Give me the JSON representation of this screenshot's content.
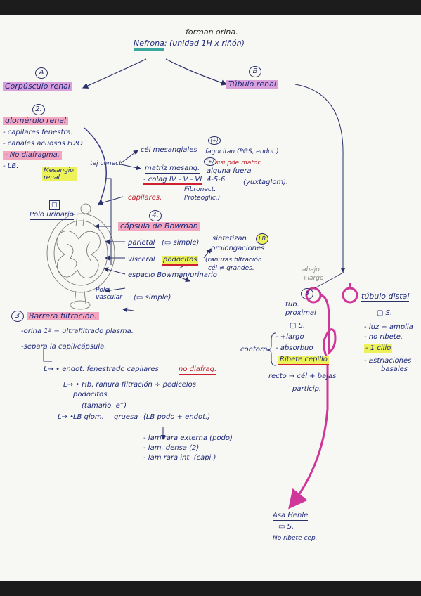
{
  "colors": {
    "paper": "#f7f7f4",
    "ink": "#2a3068",
    "highlight_purple": "#d9a0dc",
    "highlight_pink": "#f3a6bf",
    "highlight_yellow": "#eef25a",
    "highlight_teal": "#8ccfc8",
    "arrow_magenta": "#d0359a",
    "arrow_indigo": "#3a3a8a"
  },
  "icons": [
    "cube-sketch-icon",
    "flat-cell-sketch-icon",
    "circle-marker-icon",
    "glomerulus-sketch"
  ],
  "header": {
    "line1": "forman orina.",
    "nefrona": "Nefrona",
    "rest": ": (unidad 1H x riñón)"
  },
  "branches": {
    "a_marker": "A",
    "b_marker": "B",
    "corpusculo": "Corpúsculo renal",
    "tubulo": "Túbulo renal"
  },
  "glomerulo": {
    "marker": "2.",
    "title": "glomérulo renal",
    "items": [
      "- capilares fenestra.",
      "- canales acuosos H2O",
      "- No diafragma.",
      "- LB."
    ],
    "mesangio": "Mesangio renal",
    "tej_conect": "tej conect.",
    "mesangiales_badge": "(+)",
    "mesangiales": "cél mesangiales",
    "fagocitan": "fagocitan (PGS, endot.)",
    "sisi_badge": "(+)",
    "sisi_text": "sisi pde mator",
    "matriz": "matriz mesang.",
    "alguna": "alguna fuera",
    "colag": "- colag IV - V - VI",
    "nums": "4-5-6.",
    "yuxtaglom": "(yuxtaglom).",
    "fibronect": "Fibronect.",
    "proteoglic": "Proteoglic.)",
    "capilares": "capilares."
  },
  "sketch_labels": {
    "polo_urinario": "Polo urinario",
    "polo_vascular": "Polo vascular",
    "simple": "(▭ simple)",
    "cubo_label": "▢"
  },
  "capsula": {
    "marker": "4.",
    "title": "cápsula de Bowman",
    "parietal": "parietal",
    "parietal_note": "(▭ simple)",
    "visceral": "visceral",
    "podocitos": "podocitos",
    "sintetizan": "sintetizan",
    "lb_badge": "LB",
    "prolongaciones": "prolongaciones",
    "ranuras": "(ranuras filtración",
    "cel_grandes": "cél ≠ grandes.",
    "espacio": "espacio Bowman/urinario"
  },
  "barrera": {
    "marker": "3",
    "title": "Barrera filtración.",
    "line1": "-orina 1ª = ultrafiltrado plasma.",
    "line2": "-separa la capil/cápsula.",
    "endot": "L→ • endot. fenestrado capilares",
    "no_diafrag": "no diafrag.",
    "hb": "L→ • Hb. ranura filtración ÷ pedicelos",
    "podocitos": "podocitos.",
    "tamano": "(tamaño, e⁻)",
    "lb_prefix": "L→ •",
    "lb_glom": "LB glom.",
    "gruesa": "gruesa",
    "lb_note": "(LB podo + endot.)",
    "lam1": "- lam rara externa (podo)",
    "lam2": "- lam. densa (2)",
    "lam3": "- lam rara int. (capi.)"
  },
  "tubulo": {
    "abajo_note1": "abajo",
    "abajo_note2": "+largo",
    "prox_title_1": "tub.",
    "prox_title_2": "proximal",
    "prox_marker": "6",
    "prox_icon_label": "S.",
    "contorn": "contorn",
    "prox_items": [
      "- +largo",
      "- absorbuo"
    ],
    "ribete": "Ribete cepillo",
    "recto": "recto → cél + bajas",
    "particip": "particip.",
    "distal_title": "túbulo distal",
    "distal_icon_label": "S.",
    "distal_items": [
      "- luz + amplia",
      "- no ribete."
    ],
    "distal_yellow": "- 1 cilio",
    "estriaciones": "- Estriaciones",
    "basales": "basales",
    "asa_title": "Asa Henle",
    "asa_icon_label": "▭ S.",
    "asa_note": "No ribete cep."
  }
}
